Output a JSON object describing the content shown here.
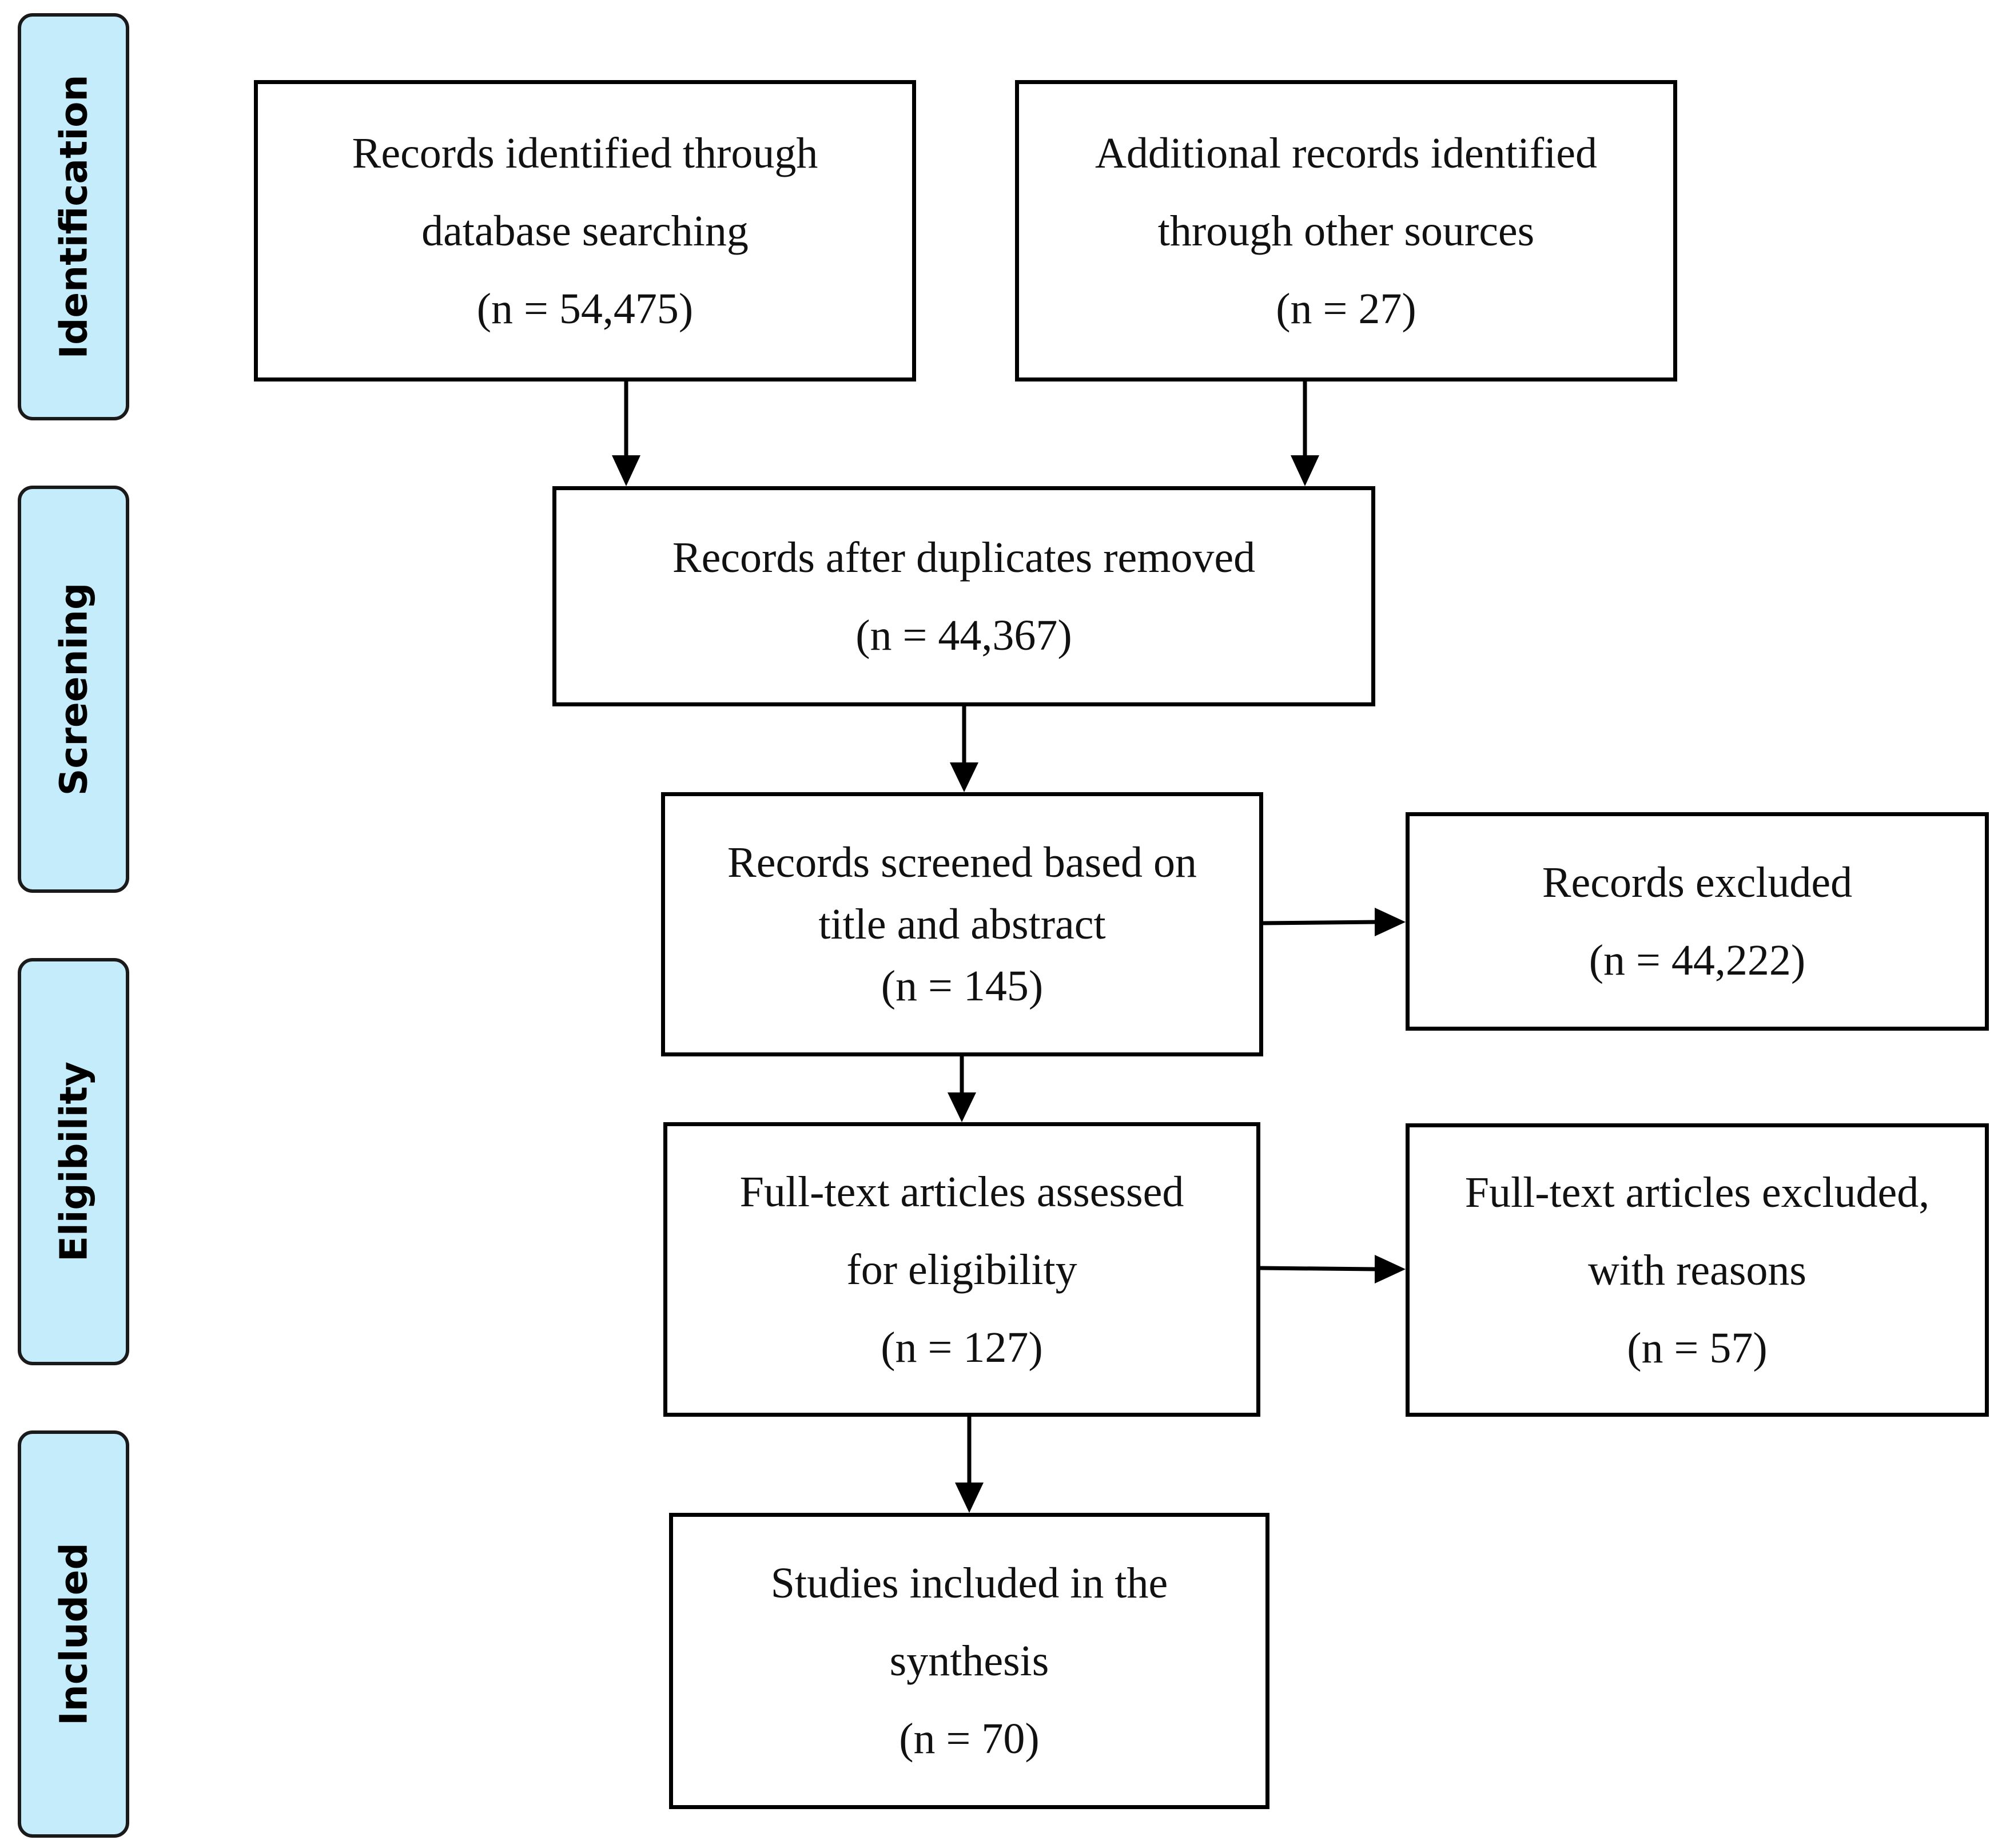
{
  "phases": {
    "identification": "Identification",
    "screening": "Screening",
    "eligibility": "Eligibility",
    "included": "Included"
  },
  "boxes": {
    "database_search": {
      "line1": "Records identified through",
      "line2": "database searching",
      "line3": "(n = 54,475)"
    },
    "other_sources": {
      "line1": "Additional records identified",
      "line2": "through other sources",
      "line3": "(n = 27)"
    },
    "duplicates_removed": {
      "line1": "Records after duplicates removed",
      "line2": "(n = 44,367)"
    },
    "screened": {
      "line1": "Records screened based on",
      "line2": "title and abstract",
      "line3": "(n = 145)"
    },
    "excluded": {
      "line1": "Records excluded",
      "line2": "(n = 44,222)"
    },
    "fulltext_assessed": {
      "line1": "Full-text articles assessed",
      "line2": "for eligibility",
      "line3": "(n = 127)"
    },
    "fulltext_excluded": {
      "line1": "Full-text articles excluded,",
      "line2": "with reasons",
      "line3": "(n = 57)"
    },
    "included_studies": {
      "line1": "Studies included in the",
      "line2": "synthesis",
      "line3": "(n = 70)"
    }
  }
}
